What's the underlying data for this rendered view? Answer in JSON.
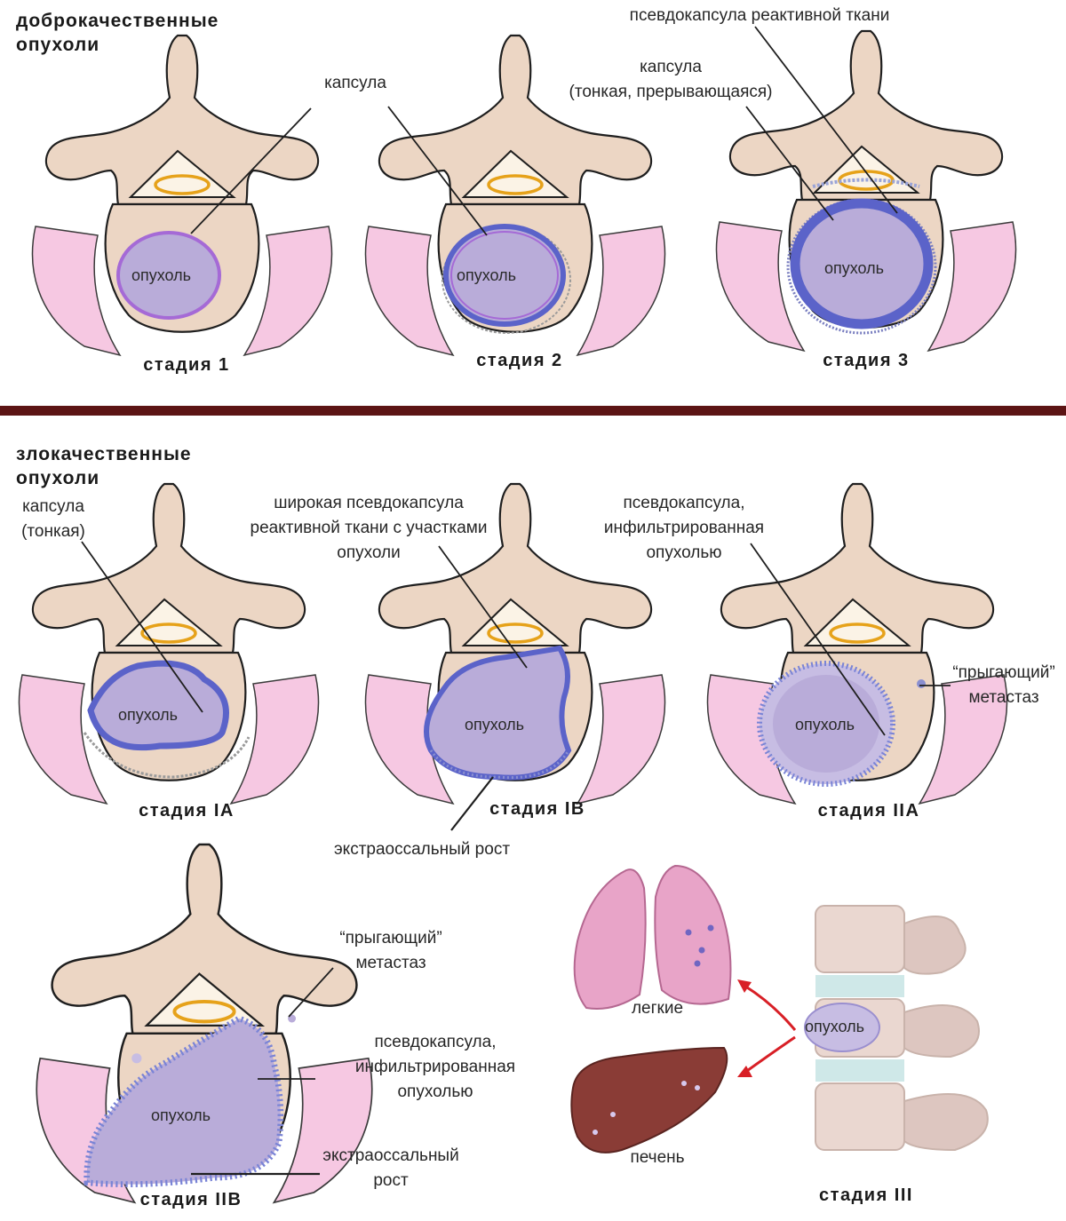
{
  "benign": {
    "heading_line1": "доброкачественные",
    "heading_line2": "опухоли",
    "label_capsule": "капсула",
    "label_capsule_thin_line1": "капсула",
    "label_capsule_thin_line2": "(тонкая, прерывающаяся)",
    "label_pseudocapsule": "псевдокапсула реактивной ткани",
    "tumor": "опухоль",
    "stage1": "стадия 1",
    "stage2": "стадия 2",
    "stage3": "стадия 3"
  },
  "malignant": {
    "heading_line1": "злокачественные",
    "heading_line2": "опухоли",
    "label_capsule_line1": "капсула",
    "label_capsule_line2": "(тонкая)",
    "label_wide_line1": "широкая псевдокапсула",
    "label_wide_line2": "реактивной ткани с участками",
    "label_wide_line3": "опухоли",
    "label_infiltrated_line1": "псевдокапсула,",
    "label_infiltrated_line2": "инфильтрированная",
    "label_infiltrated_line3": "опухолью",
    "label_skip_line1": "“прыгающий”",
    "label_skip_line2": "метастаз",
    "label_extraosseous": "экстраоссальный рост",
    "label_skip2_line1": "“прыгающий”",
    "label_skip2_line2": "метастаз",
    "label_infiltrated2_line1": "псевдокапсула,",
    "label_infiltrated2_line2": "инфильтрированная",
    "label_infiltrated2_line3": "опухолью",
    "label_extraosseous2_line1": "экстраоссальный",
    "label_extraosseous2_line2": "рост",
    "label_lungs": "легкие",
    "label_liver": "печень",
    "tumor": "опухоль",
    "stageIA": "стадия IA",
    "stageIB": "стадия IB",
    "stageIIA": "стадия IIA",
    "stageIIB": "стадия IIB",
    "stageIII": "стадия III"
  },
  "colors": {
    "bone": "#ecd6c4",
    "bone_outline": "#1f1f1f",
    "muscle": "#f6c8e2",
    "canal": "#fbf3e6",
    "cord_ring": "#e6a21a",
    "tumor_fill": "#b9acd9",
    "capsule": "#a56ad6",
    "pseudocapsule": "#5b63c9",
    "divider": "#5c1414",
    "lung": "#e8a4c8",
    "liver": "#8a3c36",
    "arrow": "#d81f26",
    "spine": "#ead7d0"
  }
}
